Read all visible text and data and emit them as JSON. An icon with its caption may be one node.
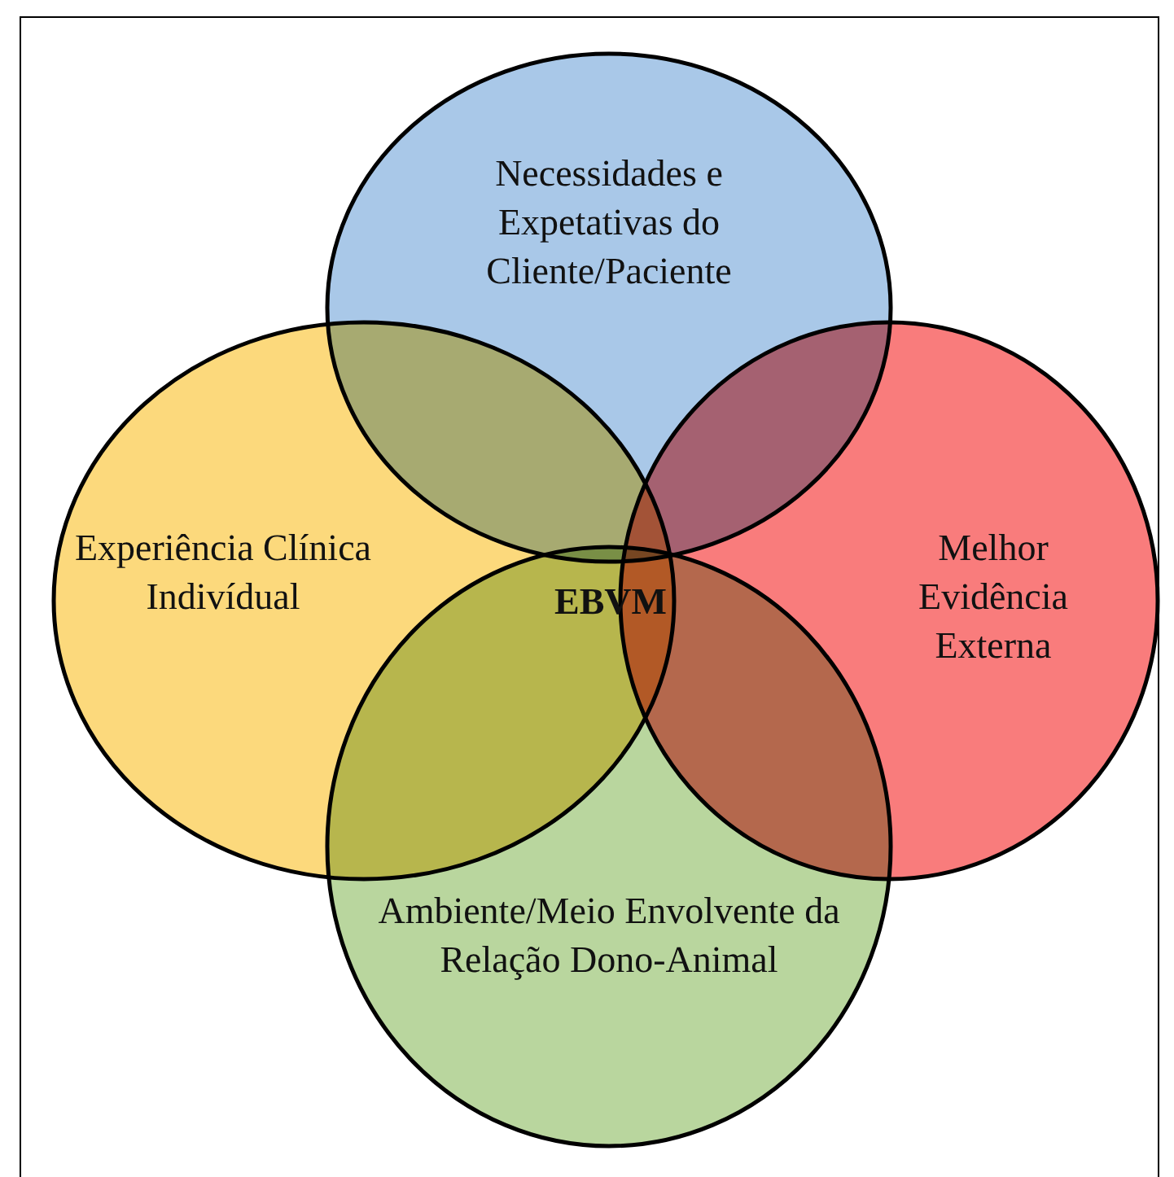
{
  "diagram": {
    "nodes": [
      {
        "text": [
          "Necessidades e Expetativas do Cliente/Paciente"
        ]
      },
      {
        "text": [
          "Experiência Clínica Indivídual"
        ]
      },
      {
        "text": [
          "Melhor Evidência Externa"
        ]
      },
      {
        "text": [
          "Ambiente/Meio Envolvente da Relação Dono-Animal"
        ]
      }
    ],
    "edges": [],
    "labels": [
      "EBVM"
    ]
  }
}
